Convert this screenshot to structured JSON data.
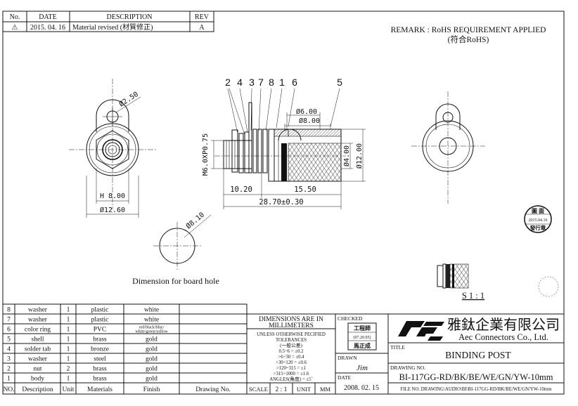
{
  "revision_table": {
    "headers": {
      "no": "No.",
      "date": "DATE",
      "description": "DESCRIPTION",
      "rev": "REV"
    },
    "rows": [
      {
        "no": "⚠",
        "date": "2015. 04. 16",
        "description": "Material revised (材質修正)",
        "rev": "A"
      }
    ]
  },
  "remark": {
    "line1": "REMARK : RoHS REQUIREMENT APPLIED",
    "line2": "(符合RoHS)"
  },
  "drawing": {
    "callouts": [
      "2",
      "4",
      "3",
      "7",
      "8",
      "1",
      "6",
      "5"
    ],
    "dims": {
      "hole_dia": "Ø2.50",
      "hex": "H  8.00",
      "flange_dia": "Ø12.60",
      "thread": "M6.0XP0.75",
      "ring_dia_inner": "Ø6.00",
      "ring_dia_outer": "Ø8.00",
      "body_dia_small": "Ø4.00",
      "body_dia_large": "Ø12.00",
      "len_left": "10.20",
      "len_right": "15.50",
      "len_total": "28.70±0.30",
      "board_hole": "Ø8.10"
    },
    "board_hole_caption": "Dimension for board hole",
    "scale_label": "S 1 : 1",
    "stamp": {
      "line1": "圖 面",
      "line2": "2015.04.16",
      "line3": "發行章"
    }
  },
  "bom": {
    "headers": {
      "no": "NO.",
      "description": "Description",
      "unit": "Unit",
      "materials": "Materials",
      "finish": "Finish",
      "drawing_no": "Drawing No."
    },
    "rows": [
      {
        "no": "8",
        "description": "washer",
        "unit": "1",
        "materials": "plastic",
        "finish": "white"
      },
      {
        "no": "7",
        "description": "washer",
        "unit": "1",
        "materials": "plastic",
        "finish": "white"
      },
      {
        "no": "6",
        "description": "color ring",
        "unit": "1",
        "materials": "PVC",
        "finish": "red/black/blue/ white/green/yellow"
      },
      {
        "no": "5",
        "description": "shell",
        "unit": "1",
        "materials": "brass",
        "finish": "gold"
      },
      {
        "no": "4",
        "description": "solder tab",
        "unit": "1",
        "materials": "bronze",
        "finish": "gold"
      },
      {
        "no": "3",
        "description": "washer",
        "unit": "1",
        "materials": "steel",
        "finish": "gold"
      },
      {
        "no": "2",
        "description": "nut",
        "unit": "2",
        "materials": "brass",
        "finish": "gold"
      },
      {
        "no": "1",
        "description": "body",
        "unit": "1",
        "materials": "brass",
        "finish": "gold"
      }
    ]
  },
  "tolerances": {
    "title1": "DIMENSIONS ARE IN",
    "title2": "MILLIMETERS",
    "lines": [
      "UNLESS OTHERWISE PECIFIED",
      "TOLERANCES",
      "(一般公差)",
      "0.5~6 = ±0.2",
      ">6~30 = ±0.4",
      ">30~120 = ±0.6",
      ">120~315 = ±1",
      ">315~1000 = ±1.6",
      "ANGLES(角度) = ±5˚"
    ],
    "scale_label": "SCALE",
    "scale_value": "2 : 1",
    "unit_label": "UNIT",
    "unit_value": "MM"
  },
  "signoff": {
    "checked_label": "CHECKED",
    "checked_stamp": [
      "工程師",
      "(07.20.05)",
      "馬正成"
    ],
    "drawn_label": "DRAWN",
    "drawn_value": "Jim",
    "date_label": "DATE",
    "date_value": "2008. 02. 15"
  },
  "company": {
    "name_cn": "雅鈦企業有限公司",
    "name_en": "Aec Connectors Co., Ltd.",
    "title_label": "TITLE",
    "title_value": "BINDING POST",
    "drawing_no_label": "DRAWING NO.",
    "drawing_no_value": "BI-117GG-RD/BK/BE/WE/GN/YW-10mm",
    "file_no": "FILE NO. DRAWING\\AUDIO\\BI\\BI-117GG-RD/BK/BE/WE/GN/YW-10mm"
  }
}
